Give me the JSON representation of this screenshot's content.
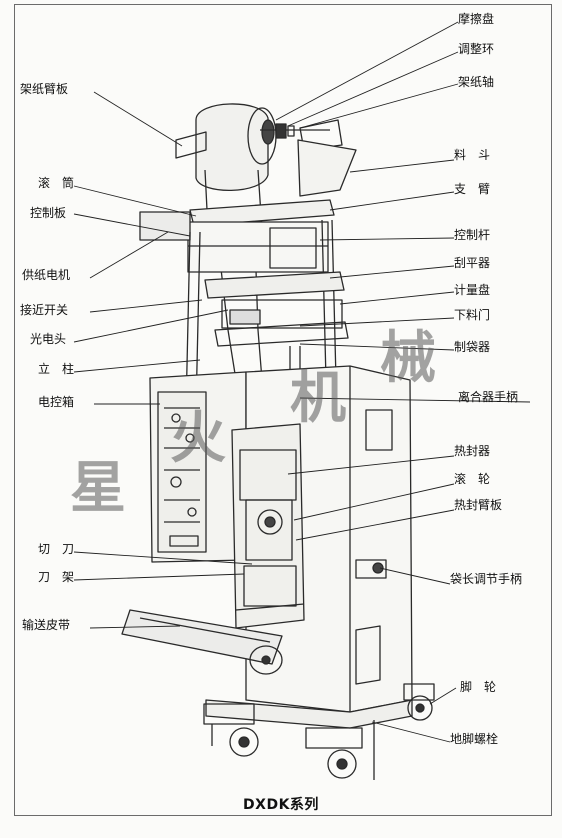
{
  "labels": {
    "friction_disc": "摩擦盘",
    "adjust_ring": "调整环",
    "paper_shaft": "架纸轴",
    "paper_arm_board": "架纸臂板",
    "hopper": "料　斗",
    "roller": "滚　筒",
    "support_arm": "支　臂",
    "control_board": "控制板",
    "control_rod": "控制杆",
    "paper_motor": "供纸电机",
    "scraper": "刮平器",
    "proximity_switch": "接近开关",
    "measuring_disc": "计量盘",
    "discharge_door": "下料门",
    "photo_head": "光电头",
    "bag_former": "制袋器",
    "column": "立　柱",
    "clutch_handle": "离合器手柄",
    "electric_box": "电控箱",
    "heat_sealer": "热封器",
    "knurl_wheel": "滚　轮",
    "heat_seal_arm": "热封臂板",
    "cutter": "切　刀",
    "bag_length_handle": "袋长调节手柄",
    "cutter_frame": "刀　架",
    "conveyor_belt": "输送皮带",
    "caster": "脚　轮",
    "foot_bolt": "地脚螺栓"
  },
  "caption": "DXDK系列",
  "watermark": [
    "星",
    "火",
    "机",
    "械"
  ]
}
